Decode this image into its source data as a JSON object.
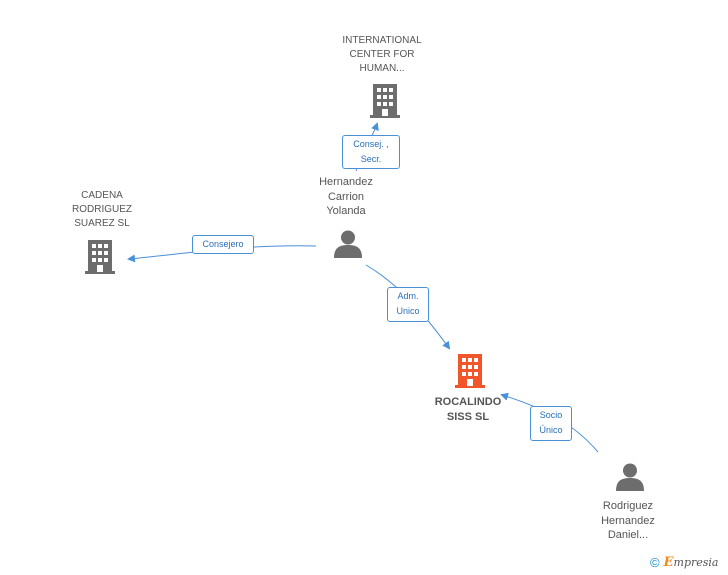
{
  "nodes": {
    "international": {
      "label": "INTERNATIONAL\nCENTER FOR\nHUMAN...",
      "icon": "building-icon",
      "color": "#6d6d6d"
    },
    "cadena": {
      "label": "CADENA\nRODRIGUEZ\nSUAREZ  SL",
      "icon": "building-icon",
      "color": "#6d6d6d"
    },
    "hernandez_carrion": {
      "label": "Hernandez\nCarrion\nYolanda",
      "icon": "person-icon",
      "color": "#6d6d6d"
    },
    "rocalindo": {
      "label": "ROCALINDO\nSISS SL",
      "icon": "building-icon",
      "color": "#f0562a"
    },
    "rodriguez_hernandez": {
      "label": "Rodriguez\nHernandez\nDaniel...",
      "icon": "person-icon",
      "color": "#6d6d6d"
    }
  },
  "edges": {
    "consej_secr": "Consej. ,\nSecr.",
    "consejero": "Consejero",
    "adm_unico": "Adm.\nUnico",
    "socio_unico": "Socio\nÚnico"
  },
  "colors": {
    "edge": "#4a90d9",
    "icon_gray": "#6d6d6d",
    "icon_highlight": "#f0562a"
  },
  "footer": {
    "copyright": "©",
    "brand_e": "E",
    "brand_rest": "mpresia"
  }
}
